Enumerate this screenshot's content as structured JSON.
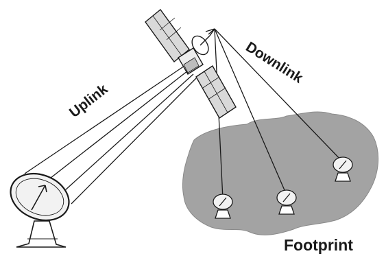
{
  "labels": {
    "uplink": "Uplink",
    "downlink": "Downlink",
    "footprint": "Footprint"
  },
  "icons": {
    "satellite": "satellite-icon",
    "ground_transmitter": "satellite-dish-icon",
    "ground_receivers": [
      "receiver-dish-icon",
      "receiver-dish-icon",
      "receiver-dish-icon"
    ]
  },
  "colors": {
    "footprint_fill": "#a3a3a3",
    "line": "#1a1a1a",
    "dish_face": "#f2f2f2"
  }
}
